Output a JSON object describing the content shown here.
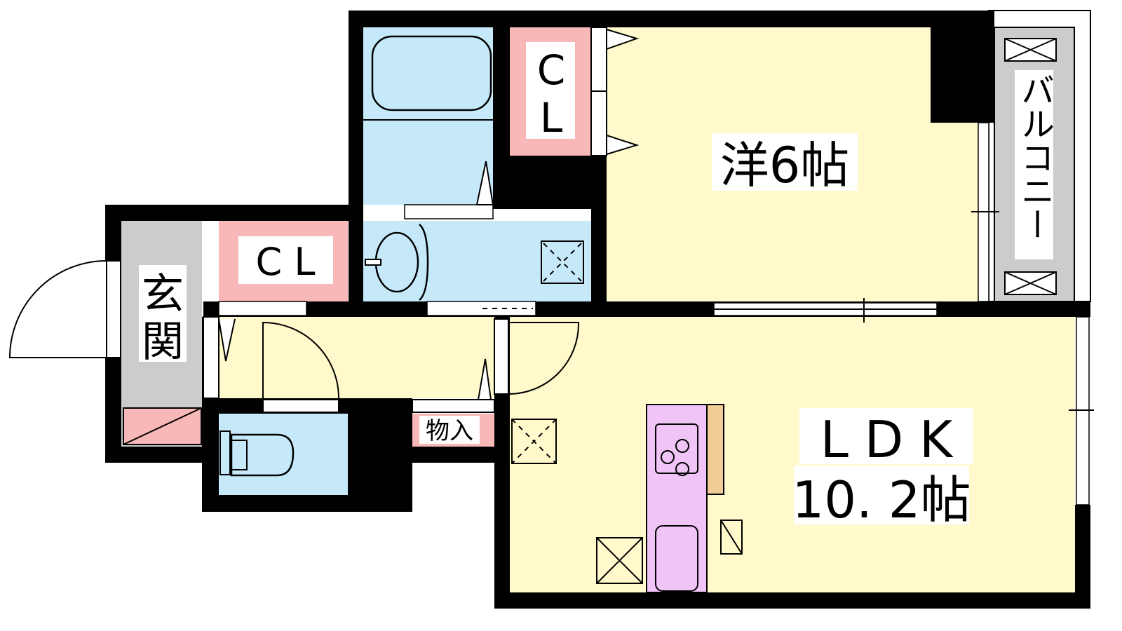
{
  "floor_plan": {
    "rooms": {
      "western_room": {
        "label": "洋6帖"
      },
      "closet_upper": {
        "label_1": "C",
        "label_2": "L"
      },
      "closet_left": {
        "label": "C L"
      },
      "entrance": {
        "label_1": "玄",
        "label_2": "関"
      },
      "balcony": {
        "label": "バルコニー"
      },
      "storage": {
        "label": "物入"
      },
      "ldk": {
        "label": "L D K",
        "size": "10. 2帖"
      }
    },
    "colors": {
      "wall": "#000000",
      "wet_area": "#c5e9f9",
      "living": "#fff9cc",
      "closet": "#f9b8b8",
      "entrance": "#cccccc",
      "kitchen": "#f0c4f6",
      "counter": "#f0cc96"
    }
  }
}
